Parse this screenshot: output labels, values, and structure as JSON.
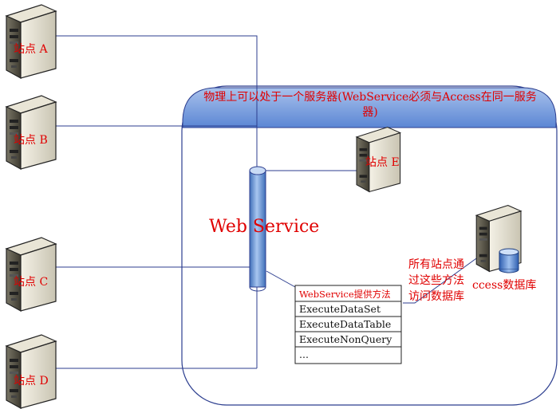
{
  "diagram": {
    "region_title_line1": "物理上可以处于一个服务器(WebService必须与Access在同一服务",
    "region_title_line2": "器)",
    "sites": [
      {
        "label": "站点 A"
      },
      {
        "label": "站点 B"
      },
      {
        "label": "站点 C"
      },
      {
        "label": "站点 D"
      }
    ],
    "site_e_label": "站点 E",
    "web_service_label": "Web Service",
    "methods": {
      "header": "WebService提供方法",
      "items": [
        "ExecuteDataSet",
        "ExecuteDataTable",
        "ExecuteNonQuery",
        "..."
      ]
    },
    "annotation_lines": [
      "所有站点通",
      "过这些方法",
      "访问数据库"
    ],
    "db_label": "ccess数据库"
  },
  "colors": {
    "region_band": "#5b86d4",
    "region_band_light": "#a9c2ec",
    "connector": "#2c3e8f",
    "label_red": "#e00000",
    "cylinder": "#6f9bd8"
  }
}
